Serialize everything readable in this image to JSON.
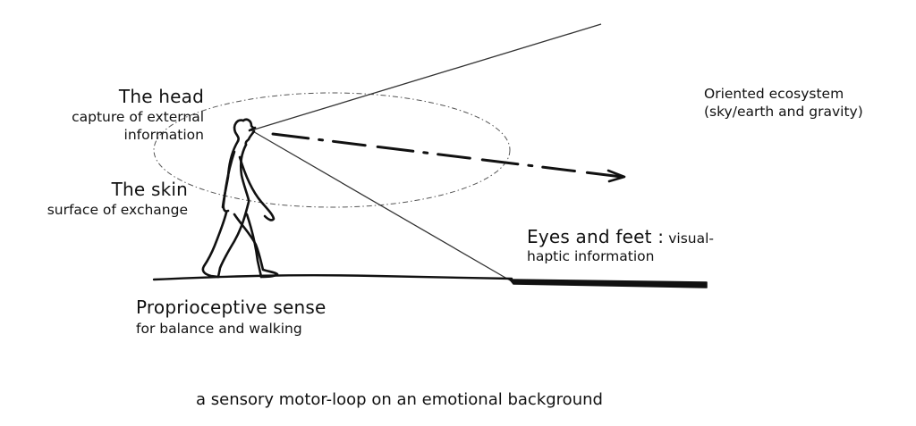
{
  "labels": {
    "head": {
      "title": "The head",
      "line1": "capture of external",
      "line2": "information"
    },
    "skin": {
      "title": "The skin",
      "line1": "surface of exchange"
    },
    "ecosystem": {
      "line1": "Oriented ecosystem",
      "line2": "(sky/earth and gravity)"
    },
    "eyes_feet": {
      "title": "Eyes and feet :",
      "title_suffix": "visual-",
      "line2": "haptic information"
    },
    "proprioceptive": {
      "title": "Proprioceptive sense",
      "line1": "for balance and walking"
    }
  },
  "caption": "a sensory motor-loop on an emotional background",
  "colors": {
    "ink": "#111111",
    "thin_line": "#333333",
    "background": "#ffffff"
  }
}
